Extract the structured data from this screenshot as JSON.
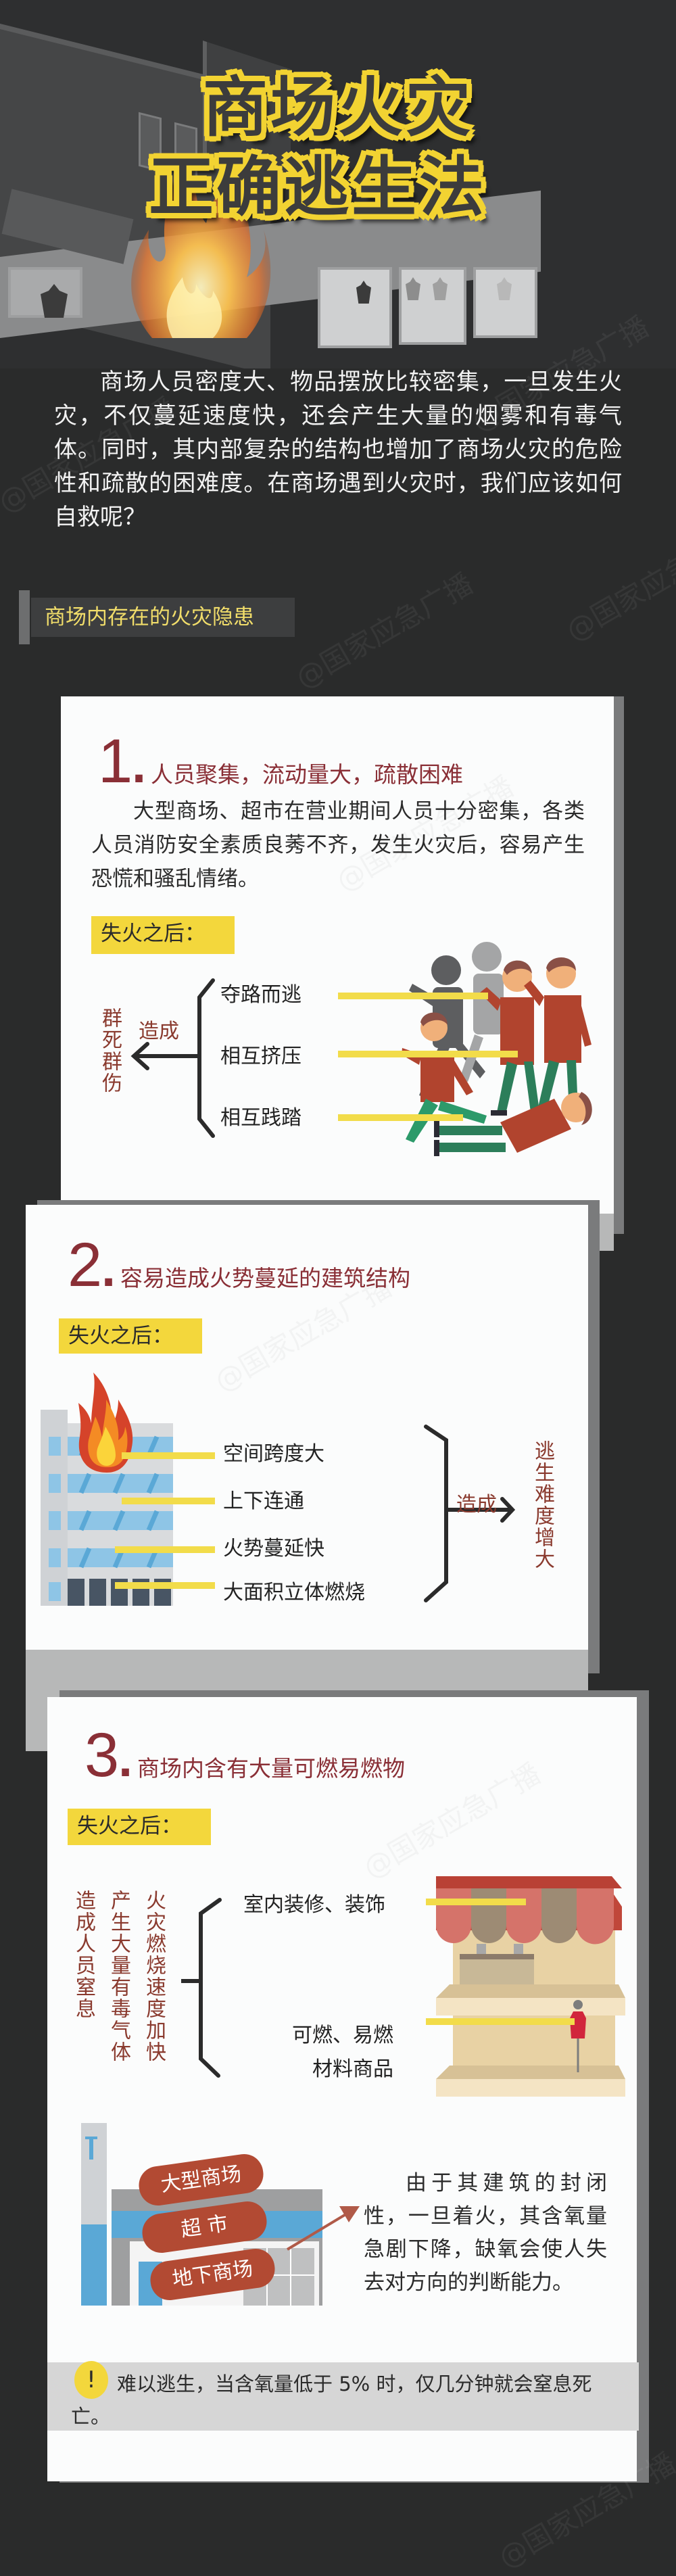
{
  "hero": {
    "title_line1": "商场火灾",
    "title_line2": "正确逃生法"
  },
  "intro": {
    "paragraph": "商场人员密度大、物品摆放比较密集，一旦发生火灾，不仅蔓延速度快，还会产生大量的烟雾和有毒气体。同时，其内部复杂的结构也增加了商场火灾的危险性和疏散的困难度。在商场遇到火灾时，我们应该如何自救呢？"
  },
  "section": {
    "heading": "商场内存在的火灾隐患"
  },
  "cards": [
    {
      "number": "1",
      "title": "人员聚集，流动量大，疏散困难",
      "body": "大型商场、超市在营业期间人员十分密集，各类人员消防安全素质良莠不齐，发生火灾后，容易产生恐慌和骚乱情绪。",
      "tag": "失火之后：",
      "items": [
        "夺路而逃",
        "相互挤压",
        "相互践踏"
      ],
      "cause_label": "造成",
      "result": "群死群伤"
    },
    {
      "number": "2",
      "title": "容易造成火势蔓延的建筑结构",
      "tag": "失火之后：",
      "items": [
        "空间跨度大",
        "上下连通",
        "火势蔓延快",
        "大面积立体燃烧"
      ],
      "cause_label": "造成",
      "result": "逃生难度增大"
    },
    {
      "number": "3",
      "title": "商场内含有大量可燃易燃物",
      "tag": "失火之后：",
      "items": [
        "室内装修、装饰",
        "可燃、易燃",
        "材料商品"
      ],
      "results": [
        "火灾燃烧速度加快",
        "产生大量有毒气体",
        "造成人员窒息"
      ],
      "places": [
        "大型商场",
        "超 市",
        "地下商场"
      ],
      "explain": "由于其建筑的封闭性，一旦着火，其含氧量急剧下降，缺氧会使人失去对方向的判断能力。",
      "warning_icon": "!",
      "warning": "难以逃生，当含氧量低于 5% 时，仅几分钟就会窒息死亡。"
    }
  ],
  "watermark": "@国家应急广播",
  "colors": {
    "background": "#2a2b2b",
    "accent_yellow": "#f3d73c",
    "title_red": "#8a2f36",
    "text_brown": "#8a3a2e",
    "card_white": "#fbfcfc"
  }
}
